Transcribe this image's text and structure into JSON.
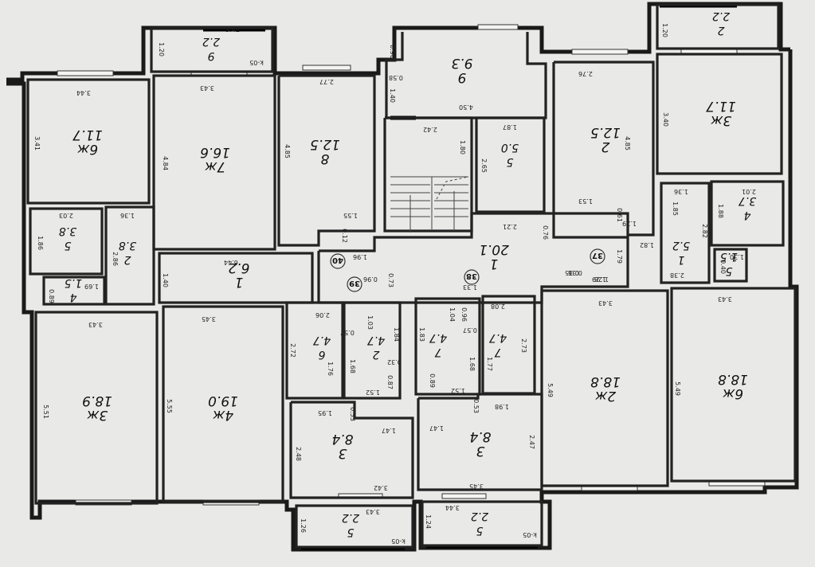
{
  "rooms": [
    {
      "id": "r-a",
      "num": "9",
      "area": "2.2",
      "rot": 180
    },
    {
      "id": "r-b",
      "num": "6ж",
      "area": "11.7",
      "rot": 180
    },
    {
      "id": "r-c",
      "num": "7ж",
      "area": "16.6",
      "rot": 180
    },
    {
      "id": "r-d",
      "num": "8",
      "area": "12.5",
      "rot": 180
    },
    {
      "id": "r-e",
      "num": "9",
      "area": "9.3",
      "rot": 180
    },
    {
      "id": "r-f",
      "num": "5",
      "area": "5.0",
      "rot": 180
    },
    {
      "id": "r-g",
      "num": "2",
      "area": "12.5",
      "rot": 180
    },
    {
      "id": "r-h",
      "num": "2",
      "area": "2.2",
      "rot": 180
    },
    {
      "id": "r-i",
      "num": "3ж",
      "area": "11.7",
      "rot": 180
    },
    {
      "id": "r-j",
      "num": "5",
      "area": "3.8",
      "rot": 180
    },
    {
      "id": "r-k",
      "num": "2",
      "area": "3.8",
      "rot": 180
    },
    {
      "id": "r-l",
      "num": "4",
      "area": "1.5",
      "rot": 180
    },
    {
      "id": "r-m",
      "num": "1",
      "area": "6.2",
      "rot": 180
    },
    {
      "id": "r-n",
      "num": "1",
      "area": "20.1",
      "rot": 180
    },
    {
      "id": "r-o",
      "num": "4",
      "area": "3.7",
      "rot": 180
    },
    {
      "id": "r-p",
      "num": "1",
      "area": "5.2",
      "rot": 180
    },
    {
      "id": "r-q",
      "num": "5",
      "area": "1.5",
      "rot": 180
    },
    {
      "id": "r-r",
      "num": "3ж",
      "area": "18.9",
      "rot": 180
    },
    {
      "id": "r-s",
      "num": "4ж",
      "area": "19.0",
      "rot": 180
    },
    {
      "id": "r-t",
      "num": "6",
      "area": "4.7",
      "rot": 180
    },
    {
      "id": "r-u",
      "num": "2",
      "area": "4.7",
      "rot": 180
    },
    {
      "id": "r-v",
      "num": "7",
      "area": "4.7",
      "rot": 180
    },
    {
      "id": "r-w",
      "num": "7",
      "area": "4.7",
      "rot": 180
    },
    {
      "id": "r-x",
      "num": "2ж",
      "area": "18.8",
      "rot": 180
    },
    {
      "id": "r-y",
      "num": "6ж",
      "area": "18.8",
      "rot": 180
    },
    {
      "id": "r-z",
      "num": "3",
      "area": "8.4",
      "rot": 180
    },
    {
      "id": "r-aa",
      "num": "3",
      "area": "8.4",
      "rot": 180
    },
    {
      "id": "r-ab",
      "num": "5",
      "area": "2.2",
      "rot": 180
    },
    {
      "id": "r-ac",
      "num": "5",
      "area": "2.2",
      "rot": 180
    }
  ],
  "markers": [
    {
      "id": "m-40",
      "text": "40"
    },
    {
      "id": "m-39",
      "text": "39"
    },
    {
      "id": "m-38",
      "text": "38"
    },
    {
      "id": "m-37",
      "text": "37"
    }
  ],
  "dims": [
    "3.42",
    "1.20",
    "k-05",
    "3.43",
    "3.44",
    "3.41",
    "4.84",
    "2.77",
    "4.85",
    "1.55",
    "0.90",
    "0.58",
    "1.40",
    "4.50",
    "2.42",
    "1.80",
    "1.87",
    "2.65",
    "2.76",
    "4.85",
    "1.53",
    "0.61",
    "1.29",
    "3.40",
    "1.36",
    "2.01",
    "1.88",
    "1.82",
    "2.82",
    "1.85",
    "1.30",
    "0.40",
    "1.36",
    "2.03",
    "1.86",
    "2.86",
    "1.69",
    "0.89",
    "1.40",
    "6.44",
    "1.96",
    "0.96",
    "0.73",
    "0.36",
    "1.29",
    "3.43",
    "3.45",
    "2.06",
    "2.72",
    "1.76",
    "1.03",
    "1.68",
    "1.84",
    "0.32",
    "0.87",
    "1.52",
    "1.04",
    "0.96",
    "2.08",
    "1.83",
    "0.89",
    "1.52",
    "1.68",
    "1.77",
    "2.73",
    "3.43",
    "3.43",
    "5.49",
    "5.49",
    "5.51",
    "5.55",
    "1.95",
    "0.53",
    "1.47",
    "2.48",
    "3.42",
    "1.47",
    "0.53",
    "1.98",
    "2.47",
    "3.45",
    "3.43",
    "1.26",
    "3.44",
    "1.24",
    "k-05",
    "k-05",
    "1.20",
    "2.38",
    "0.35",
    "1.26",
    "0.12",
    "2.21",
    "0.76",
    "1.33",
    "0.57",
    "0.57",
    "1.79"
  ]
}
